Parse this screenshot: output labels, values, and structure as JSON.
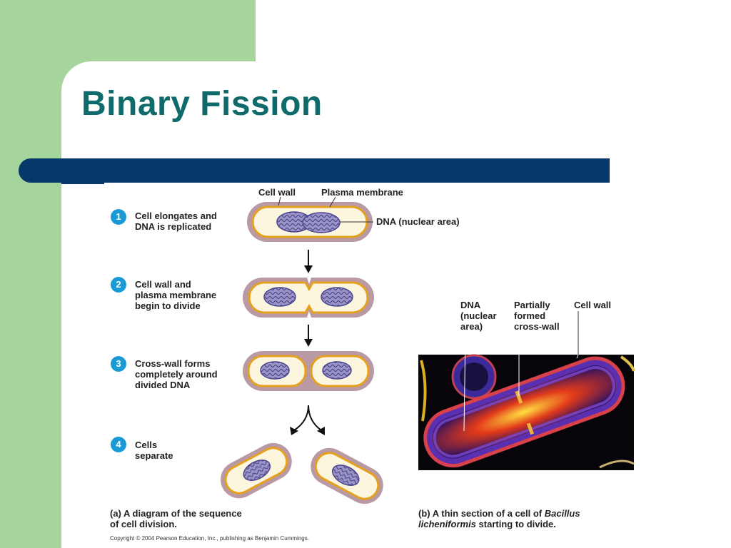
{
  "slide": {
    "title": "Binary Fission",
    "colors": {
      "title": "#0f6b6b",
      "bar": "#06386a",
      "background": "#a5d49d",
      "step_circle": "#1a9ad4"
    }
  },
  "diagram": {
    "labels": {
      "cell_wall_top": "Cell wall",
      "plasma_membrane": "Plasma membrane",
      "dna_nuclear_area": "DNA (nuclear area)"
    },
    "steps": [
      {
        "number": "1",
        "text": "Cell elongates and\nDNA is replicated"
      },
      {
        "number": "2",
        "text": "Cell wall and\nplasma membrane\nbegin to divide"
      },
      {
        "number": "3",
        "text": "Cross-wall forms\ncompletely around\ndivided DNA"
      },
      {
        "number": "4",
        "text": "Cells\nseparate"
      }
    ],
    "caption_a_tag": "(a)",
    "caption_a_text": "A diagram of the sequence\nof cell division."
  },
  "micrograph": {
    "labels": {
      "dna": "DNA\n(nuclear\narea)",
      "cross_wall": "Partially\nformed\ncross-wall",
      "cell_wall": "Cell wall"
    },
    "caption_b_tag": "(b)",
    "caption_b_text_1": "A thin section of a cell of ",
    "caption_b_species": "Bacillus\nlicheniformis",
    "caption_b_text_2": " starting to divide."
  },
  "copyright": "Copyright © 2004 Pearson Education, Inc., publishing as Benjamin Cummings."
}
